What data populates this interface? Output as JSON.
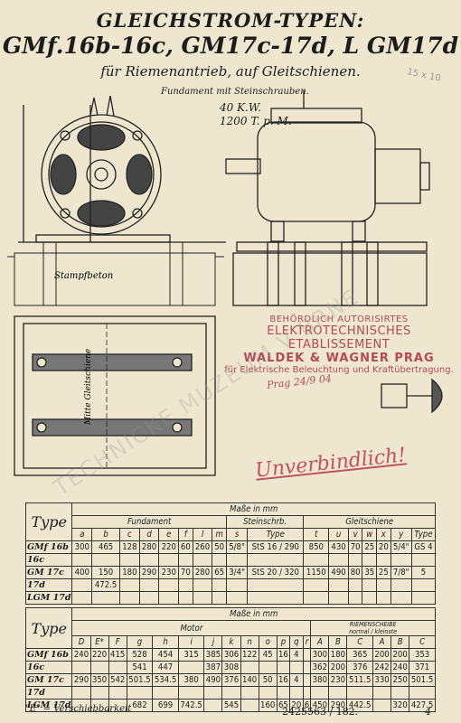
{
  "header": {
    "title_line1": "GLEICHSTROM-TYPEN:",
    "title_line2": "GMf.16b-16c, GM17c-17d, L GM17d",
    "subtitle": "für Riemenantrieb, auf Gleitschienen.",
    "pencil_note": "15 x 10"
  },
  "drawing": {
    "fundament_label": "Fundament mit Steinschrauben.",
    "power": "40 K.W.",
    "speed": "1200 T. p. M.",
    "concrete_label": "Stampfbeton",
    "rail_label": "Mitte Gleitschiene"
  },
  "stamp": {
    "line1": "BEHÖRDLICH AUTORISIRTES",
    "line2": "ELEKTROTECHNISCHES ETABLISSEMENT",
    "line3": "WALDEK & WAGNER PRAG",
    "line4": "für Elektrische Beleuchtung und Kraftübertragung.",
    "date": "Prag 24/9 04",
    "unverbindlich": "Unverbindlich!"
  },
  "watermark": "TECHNICKE MUZEUM V BRNE",
  "table1": {
    "type_label": "Type",
    "title": "Maße in mm",
    "groups": [
      "Fundament",
      "Steinschrb.",
      "Gleitschiene"
    ],
    "columns": [
      "a",
      "b",
      "c",
      "d",
      "e",
      "f",
      "l",
      "m",
      "s",
      "Type",
      "t",
      "u",
      "v",
      "w",
      "x",
      "y",
      "Type"
    ],
    "rows": [
      {
        "type": "GMf 16b",
        "cells": [
          "300",
          "465",
          "128",
          "280",
          "220",
          "60",
          "260",
          "50",
          "5/8\"",
          "StS 16 / 290",
          "850",
          "430",
          "70",
          "25",
          "20",
          "5/4\"",
          "GS 4"
        ]
      },
      {
        "type": "16c",
        "cells": [
          "",
          "",
          "",
          "",
          "",
          "",
          "",
          "",
          "",
          "",
          "",
          "",
          "",
          "",
          "",
          "",
          ""
        ]
      },
      {
        "type": "GM 17c",
        "cells": [
          "400",
          "150",
          "180",
          "290",
          "230",
          "70",
          "280",
          "65",
          "3/4\"",
          "StS 20 / 320",
          "1150",
          "490",
          "80",
          "35",
          "25",
          "7/8\"",
          "5"
        ]
      },
      {
        "type": "17d",
        "cells": [
          "",
          "472.5",
          "",
          "",
          "",
          "",
          "",
          "",
          "",
          "",
          "",
          "",
          "",
          "",
          "",
          "",
          ""
        ]
      },
      {
        "type": "LGM 17d",
        "cells": [
          "",
          "",
          "",
          "",
          "",
          "",
          "",
          "",
          "",
          "",
          "",
          "",
          "",
          "",
          "",
          "",
          ""
        ]
      }
    ]
  },
  "table2": {
    "type_label": "Type",
    "title": "Maße in mm",
    "groups": [
      "Motor",
      "RIEMENSCHEIBE"
    ],
    "sub_groups": [
      "normal",
      "kleinste"
    ],
    "columns": [
      "D",
      "E*",
      "F",
      "g",
      "h",
      "i",
      "j",
      "k",
      "n",
      "o",
      "p",
      "q",
      "r",
      "A",
      "B",
      "C",
      "A",
      "B",
      "C"
    ],
    "rows": [
      {
        "type": "GMf 16b",
        "cells": [
          "240",
          "220",
          "415",
          "528",
          "454",
          "315",
          "385",
          "306",
          "122",
          "45",
          "16",
          "4",
          "",
          "300",
          "180",
          "365",
          "200",
          "200",
          "353"
        ]
      },
      {
        "type": "16c",
        "cells": [
          "",
          "",
          "",
          "541",
          "447",
          "",
          "387",
          "308",
          "",
          "",
          "",
          "",
          "",
          "362",
          "200",
          "376",
          "242",
          "240",
          "371"
        ]
      },
      {
        "type": "GM 17c",
        "cells": [
          "290",
          "350",
          "542",
          "501.5",
          "534.5",
          "380",
          "490",
          "376",
          "140",
          "50",
          "16",
          "4",
          "",
          "380",
          "230",
          "511.5",
          "330",
          "250",
          "501.5"
        ]
      },
      {
        "type": "17d",
        "cells": [
          "",
          "",
          "",
          "",
          "",
          "",
          "",
          "",
          "",
          "",
          "",
          "",
          "",
          "",
          "",
          "",
          "",
          "",
          ""
        ]
      },
      {
        "type": "LGM 17d",
        "cells": [
          "",
          "",
          "",
          "682",
          "699",
          "742.5",
          "",
          "545",
          "",
          "160",
          "65",
          "20",
          "6",
          "450",
          "290",
          "442.5",
          "",
          "320",
          "427.5"
        ]
      }
    ]
  },
  "footer": {
    "note": "\"E\" = Verschiebbarkeit",
    "number": "2425563 / 182.",
    "page": "4"
  }
}
